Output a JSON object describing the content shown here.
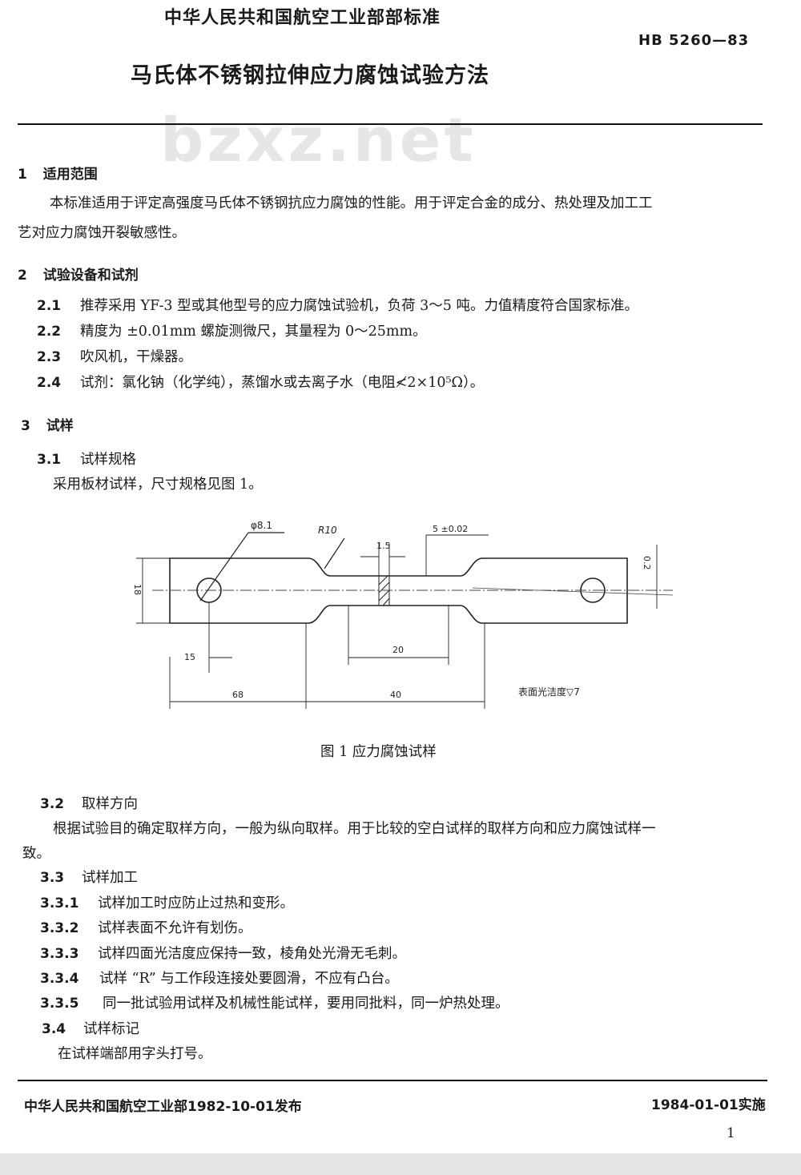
{
  "header": {
    "org_title": "中华人民共和国航空工业部部标准",
    "code": "HB 5260—83",
    "title": "马氏体不锈钢拉伸应力腐蚀试验方法"
  },
  "watermark": "bzxz.net",
  "sections": {
    "s1": {
      "num": "1",
      "title": "适用范围",
      "para_line1": "本标准适用于评定高强度马氏体不锈钢抗应力腐蚀的性能。用于评定合金的成分、热处理及加工工",
      "para_line2": "艺对应力腐蚀开裂敏感性。"
    },
    "s2": {
      "num": "2",
      "title": "试验设备和试剂",
      "items": [
        {
          "num": "2.1",
          "text": "推荐采用 YF-3 型或其他型号的应力腐蚀试验机，负荷 3～5 吨。力值精度符合国家标准。"
        },
        {
          "num": "2.2",
          "text": "精度为 ±0.01mm 螺旋测微尺，其量程为 0～25mm。"
        },
        {
          "num": "2.3",
          "text": "吹风机，干燥器。"
        },
        {
          "num": "2.4",
          "text": "试剂：氯化钠（化学纯），蒸馏水或去离子水（电阻≮2×10⁵Ω）。"
        }
      ]
    },
    "s3": {
      "num": "3",
      "title": "试样",
      "s31": {
        "num": "3.1",
        "title": "试样规格",
        "text": "采用板材试样，尺寸规格见图 1。"
      },
      "s32": {
        "num": "3.2",
        "title": "取样方向",
        "line1": "根据试验目的确定取样方向，一般为纵向取样。用于比较的空白试样的取样方向和应力腐蚀试样一",
        "line2": "致。"
      },
      "s33": {
        "num": "3.3",
        "title": "试样加工",
        "items": [
          {
            "num": "3.3.1",
            "text": "试样加工时应防止过热和变形。"
          },
          {
            "num": "3.3.2",
            "text": "试样表面不允许有划伤。"
          },
          {
            "num": "3.3.3",
            "text": "试样四面光洁度应保持一致，棱角处光滑无毛刺。"
          },
          {
            "num": "3.3.4",
            "text": "试样 “R” 与工作段连接处要圆滑，不应有凸台。"
          },
          {
            "num": "3.3.5",
            "text": "同一批试验用试样及机械性能试样，要用同批料，同一炉热处理。"
          }
        ]
      },
      "s34": {
        "num": "3.4",
        "title": "试样标记",
        "text": "在试样端部用字头打号。"
      }
    }
  },
  "figure": {
    "caption": "图 1   应力腐蚀试样",
    "labels": {
      "hole_dia": "φ8.1",
      "radius": "R10",
      "width_small": "1.5",
      "tolerance": "5 ±0.02",
      "flatness": "0.2",
      "height": "18",
      "hole_offset": "15",
      "gauge_len": "20",
      "len_68": "68",
      "len_40": "40",
      "surface": "表面光洁度▽7"
    }
  },
  "footer": {
    "issuer": "中华人民共和国航空工业部1982-10-01发布",
    "effective": "1984-01-01实施",
    "page": "1"
  }
}
